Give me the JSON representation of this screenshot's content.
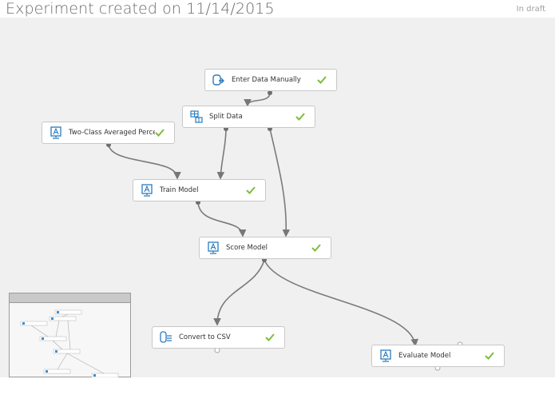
{
  "header": {
    "title": "Experiment created on 11/14/2015",
    "status": "In draft"
  },
  "nodes": [
    {
      "id": "enter-data",
      "label": "Enter Data Manually",
      "icon": "data-input-icon",
      "status": "completed"
    },
    {
      "id": "split-data",
      "label": "Split Data",
      "icon": "table-split-icon",
      "status": "completed"
    },
    {
      "id": "two-class",
      "label": "Two-Class Averaged Percept...",
      "icon": "model-icon",
      "status": "completed"
    },
    {
      "id": "train-model",
      "label": "Train Model",
      "icon": "model-icon",
      "status": "completed"
    },
    {
      "id": "score-model",
      "label": "Score Model",
      "icon": "model-icon",
      "status": "completed"
    },
    {
      "id": "convert-csv",
      "label": "Convert to CSV",
      "icon": "convert-icon",
      "status": "completed"
    },
    {
      "id": "evaluate-model",
      "label": "Evaluate Model",
      "icon": "model-icon",
      "status": "completed"
    }
  ],
  "connections": [
    {
      "from": "enter-data",
      "to": "split-data"
    },
    {
      "from": "split-data",
      "to": "train-model"
    },
    {
      "from": "split-data",
      "to": "score-model"
    },
    {
      "from": "two-class",
      "to": "train-model"
    },
    {
      "from": "train-model",
      "to": "score-model"
    },
    {
      "from": "score-model",
      "to": "convert-csv"
    },
    {
      "from": "score-model",
      "to": "evaluate-model"
    }
  ],
  "colors": {
    "canvas": "#f0f0f0",
    "check": "#7cbd3b",
    "icon": "#2a7bbf",
    "edge": "#777777"
  }
}
